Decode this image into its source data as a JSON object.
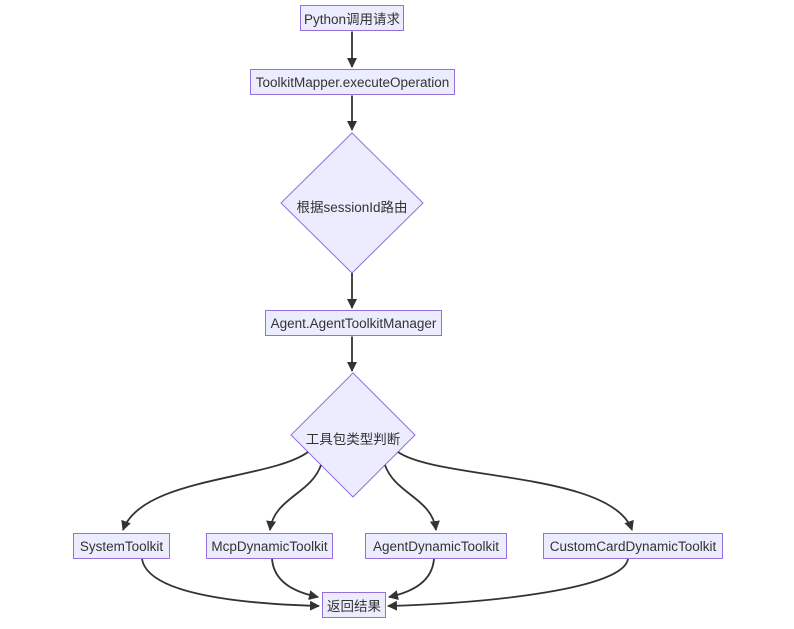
{
  "diagram": {
    "type": "flowchart",
    "direction": "top-down",
    "colors": {
      "node_fill": "#ECECFF",
      "node_border": "#9370DB",
      "edge": "#333333",
      "text": "#333333",
      "background": "#FFFFFF"
    }
  },
  "nodes": {
    "python_request": {
      "label": "Python调用请求",
      "shape": "rect"
    },
    "toolkit_mapper": {
      "label": "ToolkitMapper.executeOperation",
      "shape": "rect"
    },
    "session_route": {
      "label": "根据sessionId路由",
      "shape": "diamond"
    },
    "agent_manager": {
      "label": "Agent.AgentToolkitManager",
      "shape": "rect"
    },
    "toolkit_type": {
      "label": "工具包类型判断",
      "shape": "diamond"
    },
    "system_toolkit": {
      "label": "SystemToolkit",
      "shape": "rect"
    },
    "mcp_toolkit": {
      "label": "McpDynamicToolkit",
      "shape": "rect"
    },
    "agent_toolkit": {
      "label": "AgentDynamicToolkit",
      "shape": "rect"
    },
    "custom_card_toolkit": {
      "label": "CustomCardDynamicToolkit",
      "shape": "rect"
    },
    "return_result": {
      "label": "返回结果",
      "shape": "rect"
    }
  },
  "edges": [
    {
      "from": "python_request",
      "to": "toolkit_mapper"
    },
    {
      "from": "toolkit_mapper",
      "to": "session_route"
    },
    {
      "from": "session_route",
      "to": "agent_manager"
    },
    {
      "from": "agent_manager",
      "to": "toolkit_type"
    },
    {
      "from": "toolkit_type",
      "to": "system_toolkit"
    },
    {
      "from": "toolkit_type",
      "to": "mcp_toolkit"
    },
    {
      "from": "toolkit_type",
      "to": "agent_toolkit"
    },
    {
      "from": "toolkit_type",
      "to": "custom_card_toolkit"
    },
    {
      "from": "system_toolkit",
      "to": "return_result"
    },
    {
      "from": "mcp_toolkit",
      "to": "return_result"
    },
    {
      "from": "agent_toolkit",
      "to": "return_result"
    },
    {
      "from": "custom_card_toolkit",
      "to": "return_result"
    }
  ]
}
